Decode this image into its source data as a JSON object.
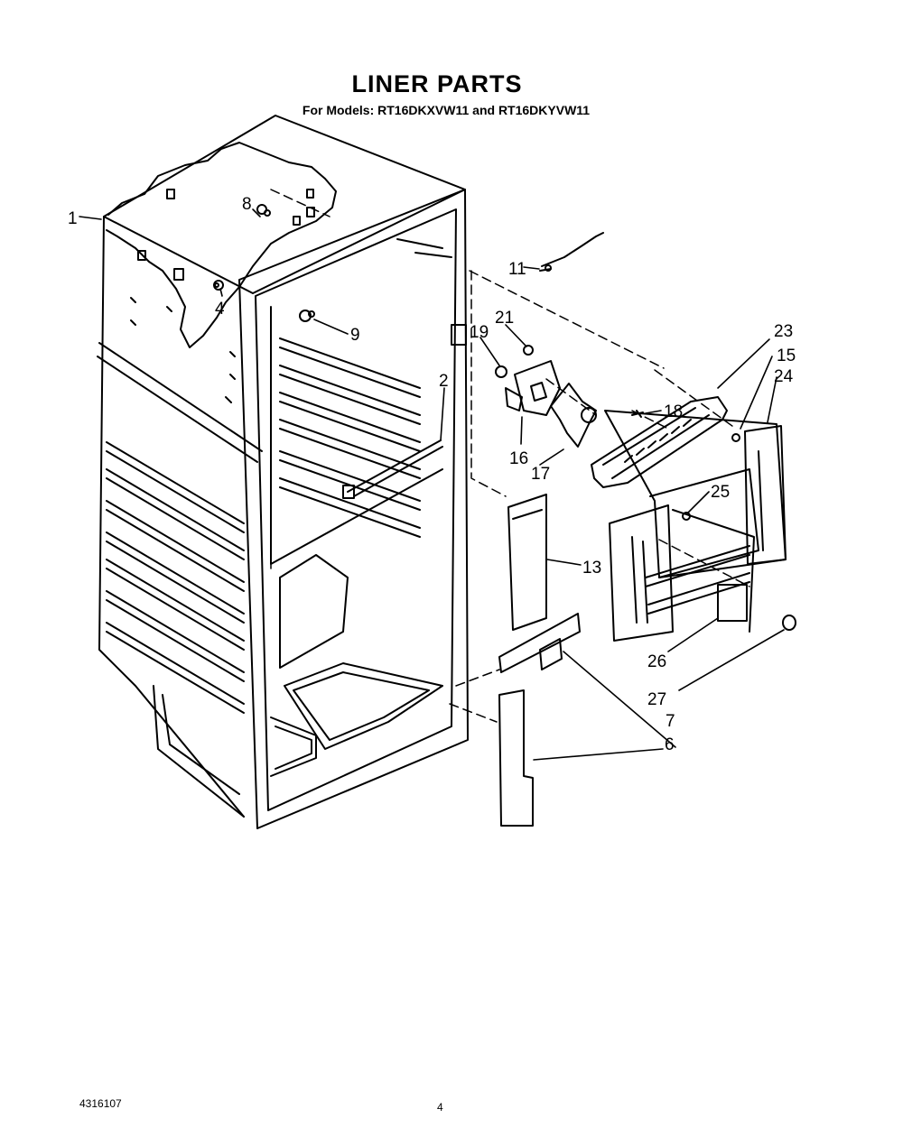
{
  "header": {
    "title": "LINER PARTS",
    "subtitle": "For Models: RT16DKXVW11 and RT16DKYVW11"
  },
  "callouts": [
    {
      "id": "c1",
      "text": "1"
    },
    {
      "id": "c8",
      "text": "8"
    },
    {
      "id": "c4",
      "text": "4"
    },
    {
      "id": "c9",
      "text": "9"
    },
    {
      "id": "c11",
      "text": "11"
    },
    {
      "id": "c21",
      "text": "21"
    },
    {
      "id": "c19",
      "text": "19"
    },
    {
      "id": "c2",
      "text": "2"
    },
    {
      "id": "c23",
      "text": "23"
    },
    {
      "id": "c15",
      "text": "15"
    },
    {
      "id": "c24",
      "text": "24"
    },
    {
      "id": "c18",
      "text": "18"
    },
    {
      "id": "c16",
      "text": "16"
    },
    {
      "id": "c17",
      "text": "17"
    },
    {
      "id": "c25",
      "text": "25"
    },
    {
      "id": "c13",
      "text": "13"
    },
    {
      "id": "c26",
      "text": "26"
    },
    {
      "id": "c27",
      "text": "27"
    },
    {
      "id": "c7",
      "text": "7"
    },
    {
      "id": "c6",
      "text": "6"
    }
  ],
  "footer": {
    "doc_number": "4316107",
    "page_number": "4"
  }
}
